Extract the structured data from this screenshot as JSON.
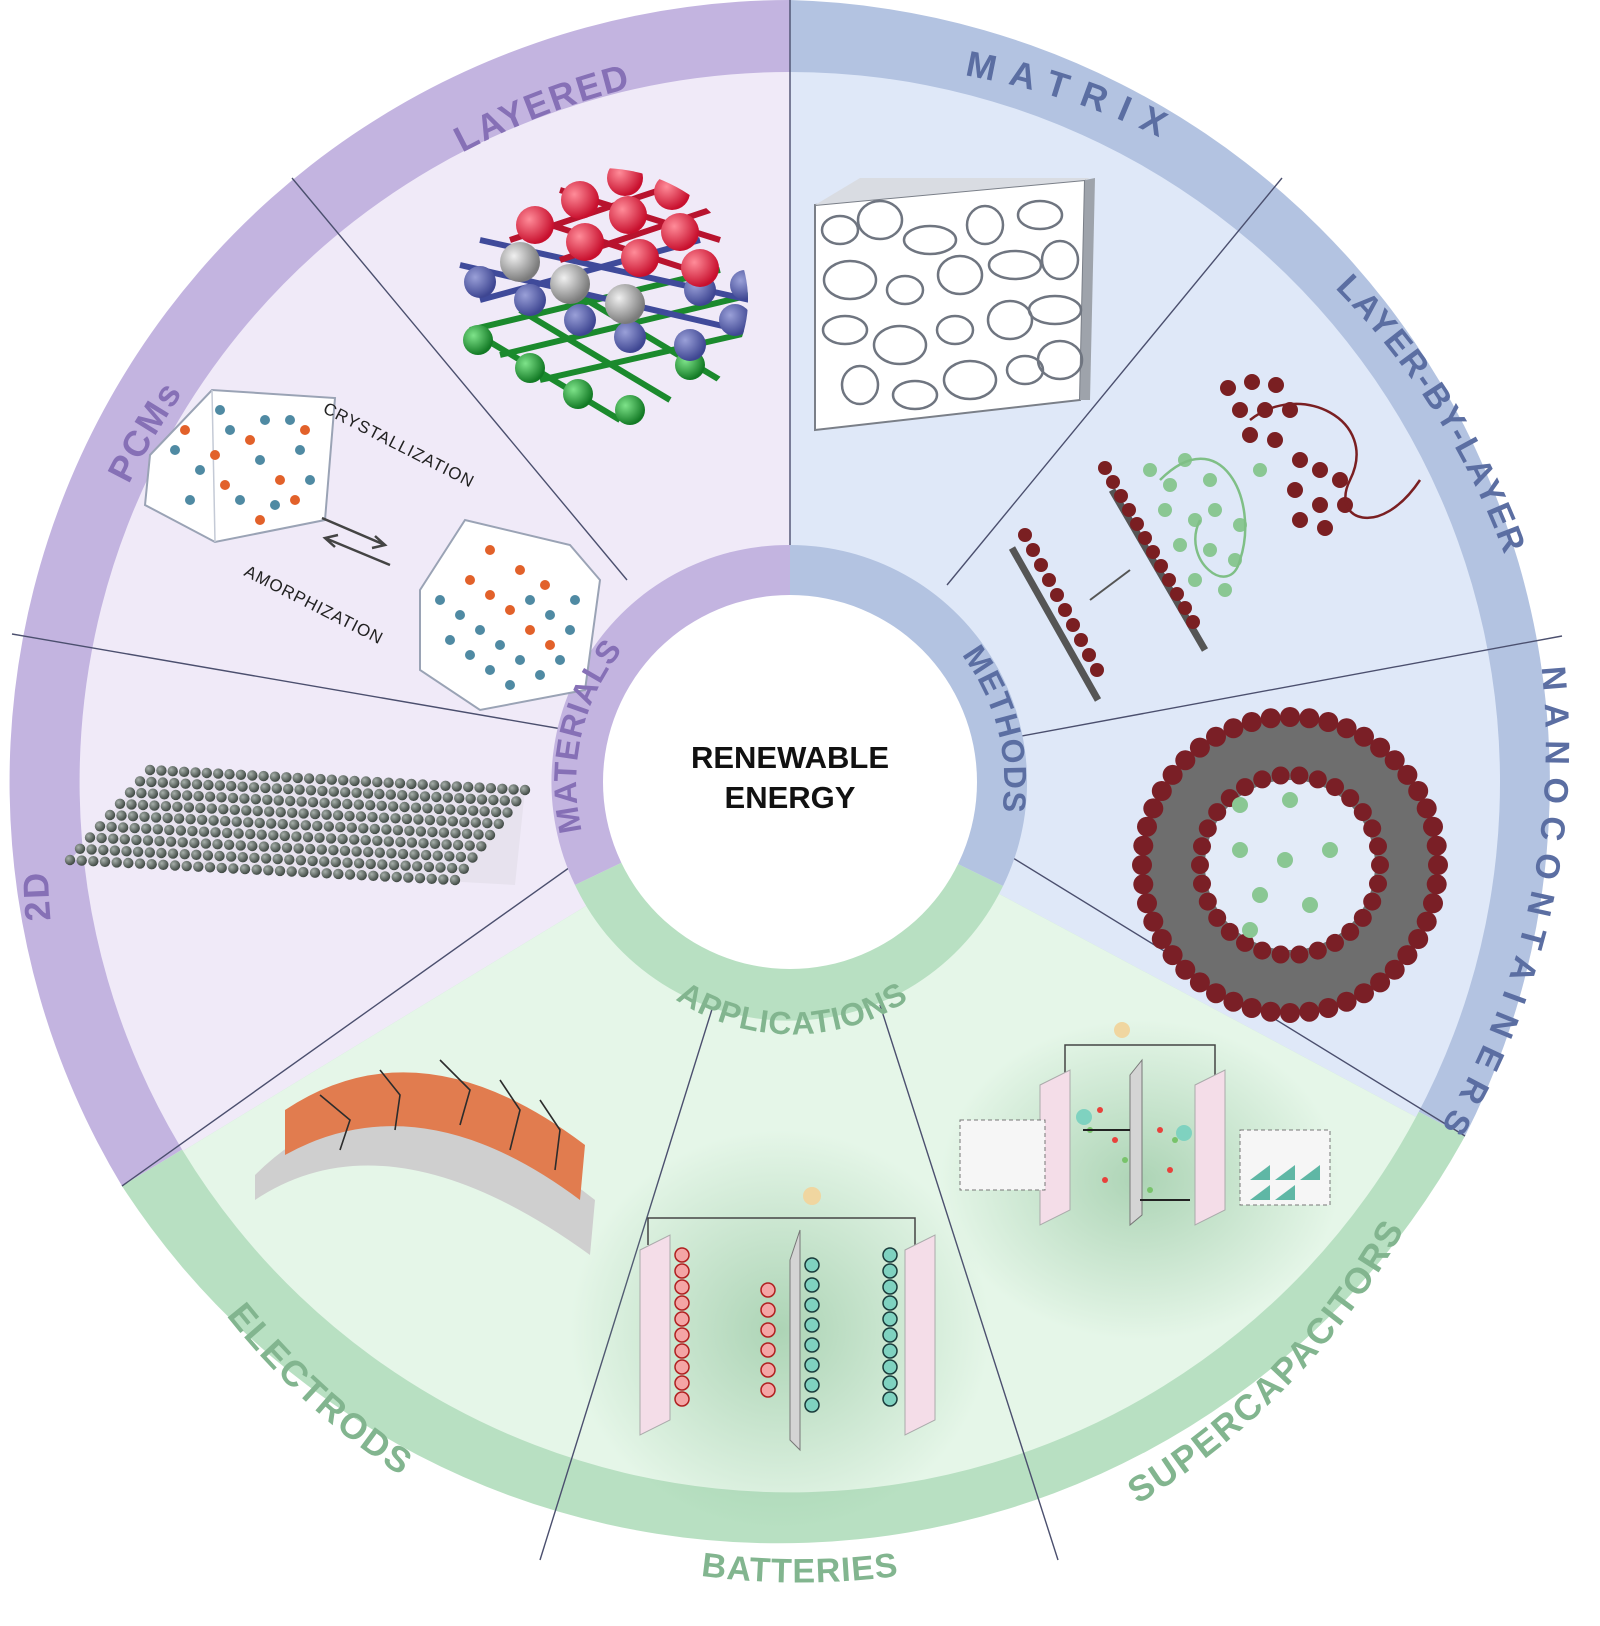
{
  "center": {
    "line1": "RENEWABLE",
    "line2": "ENERGY"
  },
  "categories": {
    "materials": "MATERIALS",
    "methods": "METHODS",
    "applications": "APPLICATIONS"
  },
  "segments": {
    "layered": "LAYERED",
    "pcms": "PCMs",
    "two_d": "2D",
    "matrix": "MATRIX",
    "layer_by_layer": "LAYER-BY-LAYER",
    "nanocontainers": "NANOCONTAINERS",
    "electrods": "ELECTRODS",
    "batteries": "BATTERIES",
    "supercapacitors": "SUPERCAPACITORS"
  },
  "annotations": {
    "crystallization": "CRYSTALLIZATION",
    "amorphization": "AMORPHIZATION"
  },
  "colors": {
    "materials_ring": "#c3b4e0",
    "materials_fill": "#f0eaf8",
    "methods_ring": "#b3c3e1",
    "methods_fill": "#dfe8f8",
    "applications_ring": "#b8e0c2",
    "applications_fill": "#e5f6e8",
    "center_fill": "#ffffff",
    "label_materials": "#8670b6",
    "label_methods": "#5b6ea2",
    "label_applications": "#82b58f"
  }
}
